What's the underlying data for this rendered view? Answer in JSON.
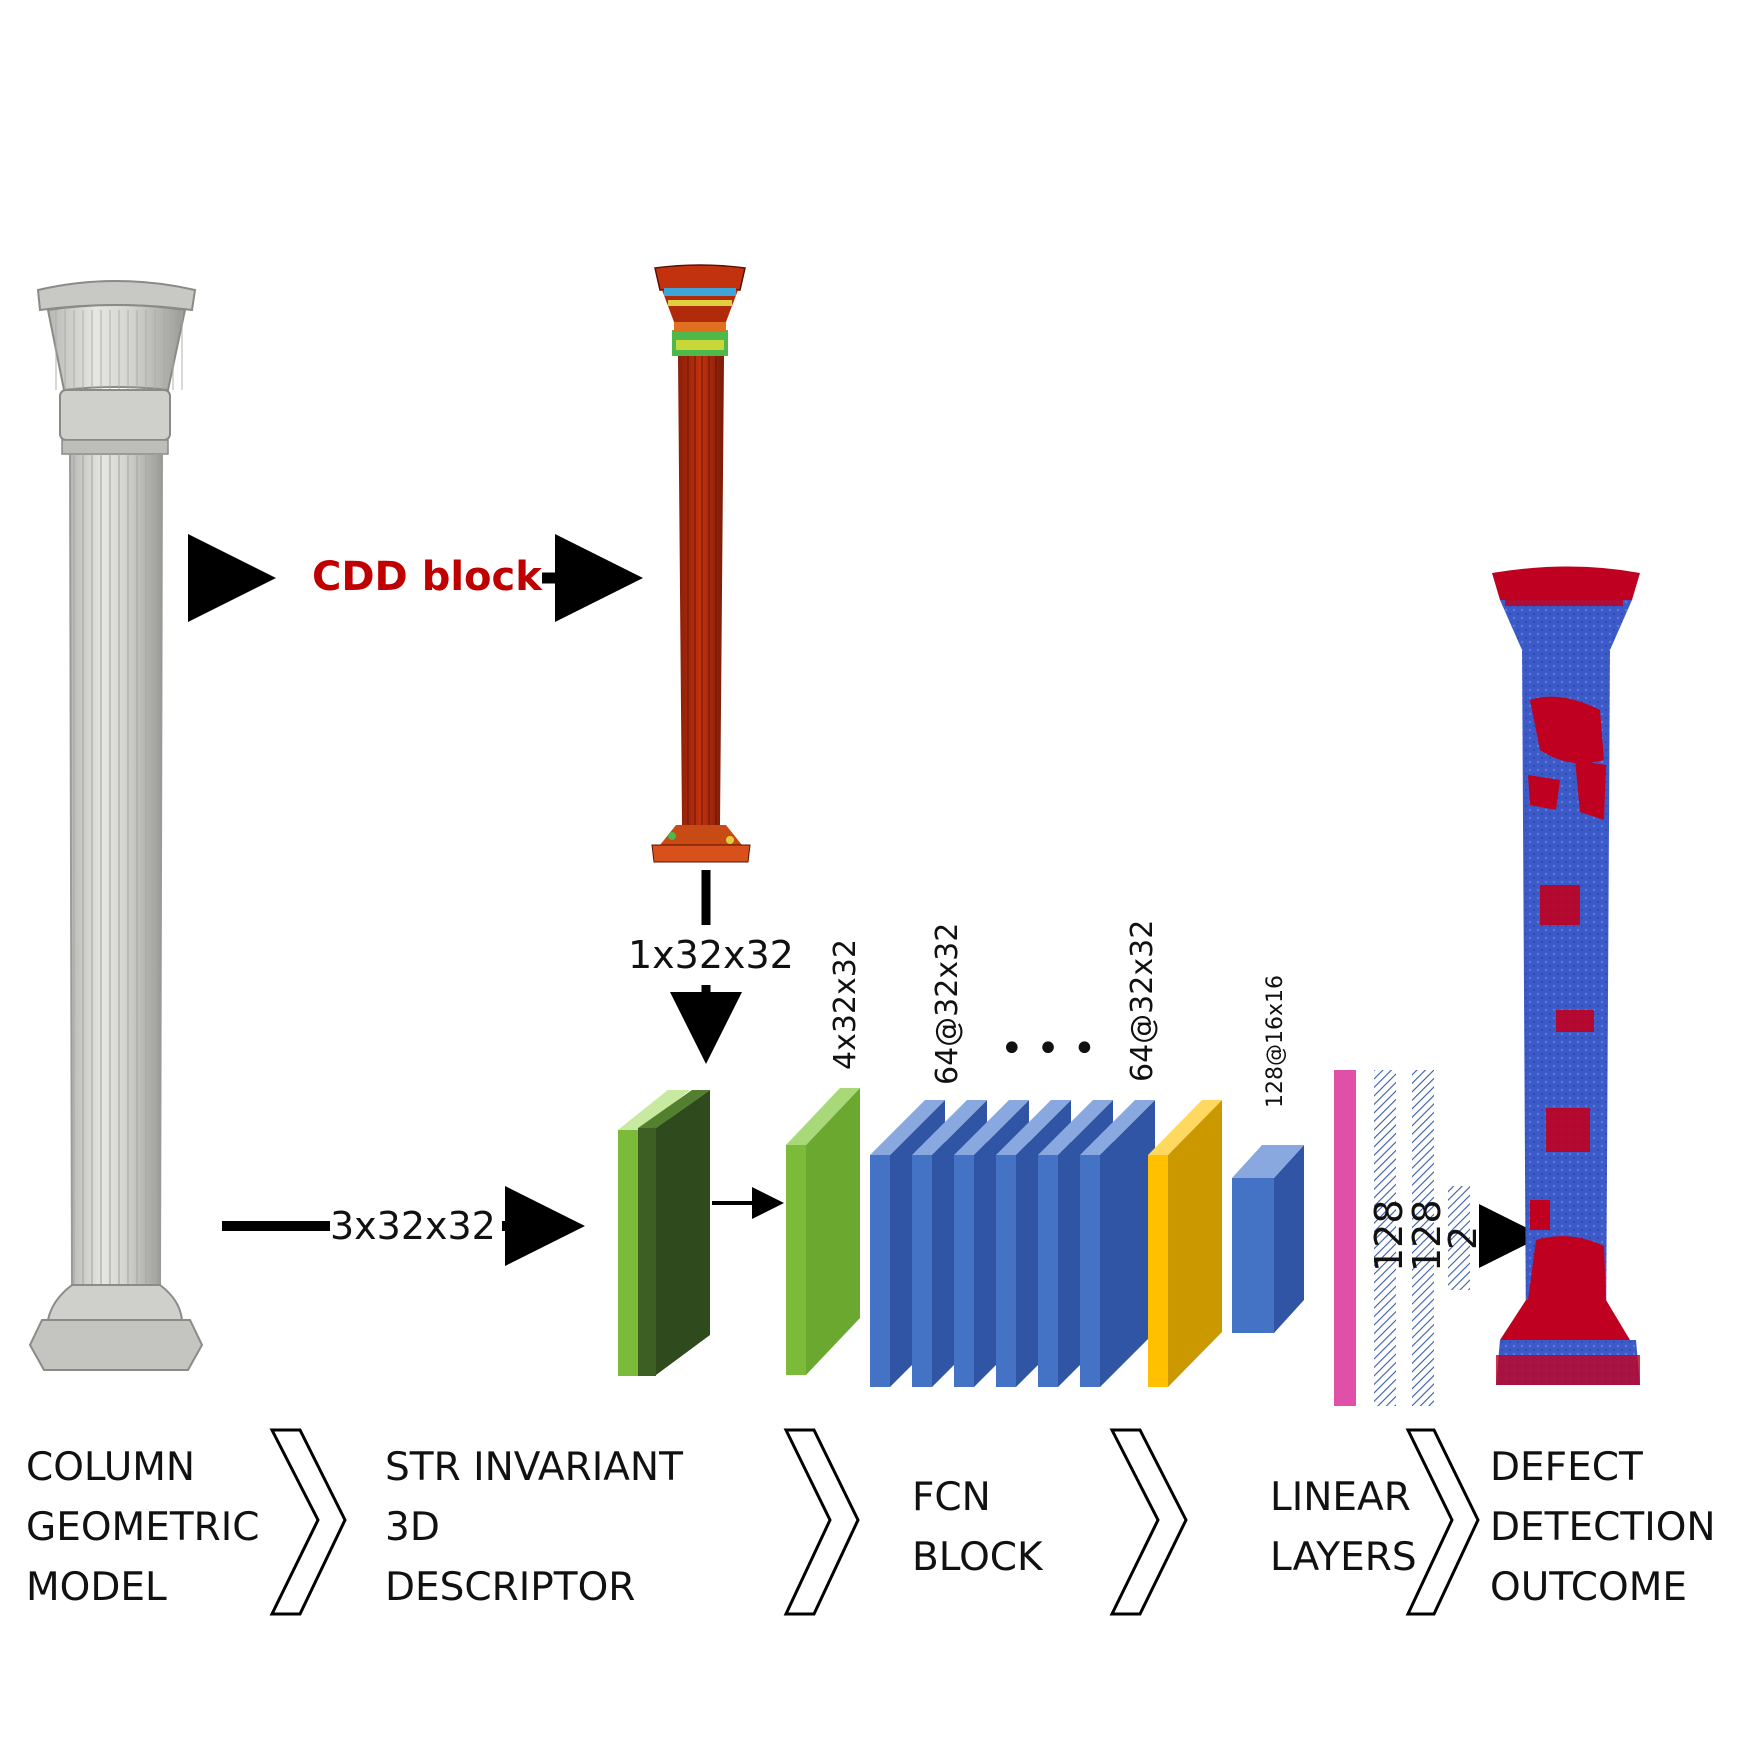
{
  "cdd_label": "CDD block",
  "dims": {
    "input": "3x32x32",
    "descriptor": "1x32x32",
    "conv1": "4x32x32",
    "conv_block_first": "64@32x32",
    "conv_block_last": "64@32x32",
    "ellipsis": "• • •",
    "pool": "128@16x16",
    "fc1": "128",
    "fc2": "128",
    "out": "2"
  },
  "stages": [
    {
      "lines": [
        "COLUMN",
        "GEOMETRIC",
        "MODEL"
      ]
    },
    {
      "lines": [
        "STR INVARIANT",
        "3D",
        "DESCRIPTOR"
      ]
    },
    {
      "lines": [
        "FCN",
        "BLOCK"
      ]
    },
    {
      "lines": [
        "LINEAR",
        "LAYERS"
      ]
    },
    {
      "lines": [
        "DEFECT",
        "DETECTION",
        "OUTCOME"
      ]
    }
  ],
  "colors": {
    "cdd_text": "#c00000",
    "green_light": "#7cbb3a",
    "green_dark": "#2f4a1c",
    "conv_blue": "#4472c4",
    "pool_yellow": "#ffc000",
    "fc_pink": "#e050a8",
    "defect_red": "#c00020",
    "sound_blue": "#3d5bc8"
  },
  "icons": {
    "gray_column": "column-geometric-model",
    "colored_column": "descriptor-colormap-column",
    "result_column": "defect-detection-column"
  }
}
